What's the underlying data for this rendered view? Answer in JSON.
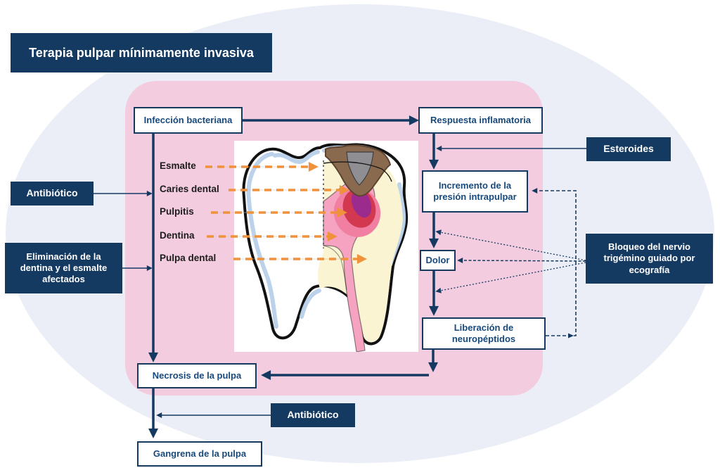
{
  "title": "Terapia pulpar mínimamente invasiva",
  "flow": {
    "infeccion_bacteriana": "Infección bacteriana",
    "respuesta_inflamatoria": "Respuesta inflamatoria",
    "incremento_presion": "Incremento de la presión intrapulpar",
    "dolor": "Dolor",
    "liberacion_neuropeptidos": "Liberación de neuropéptidos",
    "necrosis_pulpa": "Necrosis de la pulpa",
    "gangrena_pulpa": "Gangrena de la pulpa"
  },
  "treatments": {
    "antibiotico_izquierda": "Antibiótico",
    "eliminacion_dentina": "Eliminación de la dentina y el esmalte afectados",
    "esteroides": "Esteroides",
    "bloqueo_nervio": "Bloqueo del nervio trigémino guiado por ecografía",
    "antibiotico_abajo": "Antibiótico"
  },
  "tooth": {
    "labels": [
      "Esmalte",
      "Caries dental",
      "Pulpitis",
      "Dentina",
      "Pulpa dental"
    ]
  },
  "colors": {
    "navy": "#153A62",
    "panel_pink": "#F3CDDF",
    "ellipse_background": "#EBEEF7",
    "arrow_orange": "#F0913B",
    "dentin_cream": "#FAF4D2",
    "pulp_pink": "#F6A3C1",
    "pulpitis_purple": "#9B2B8C"
  }
}
